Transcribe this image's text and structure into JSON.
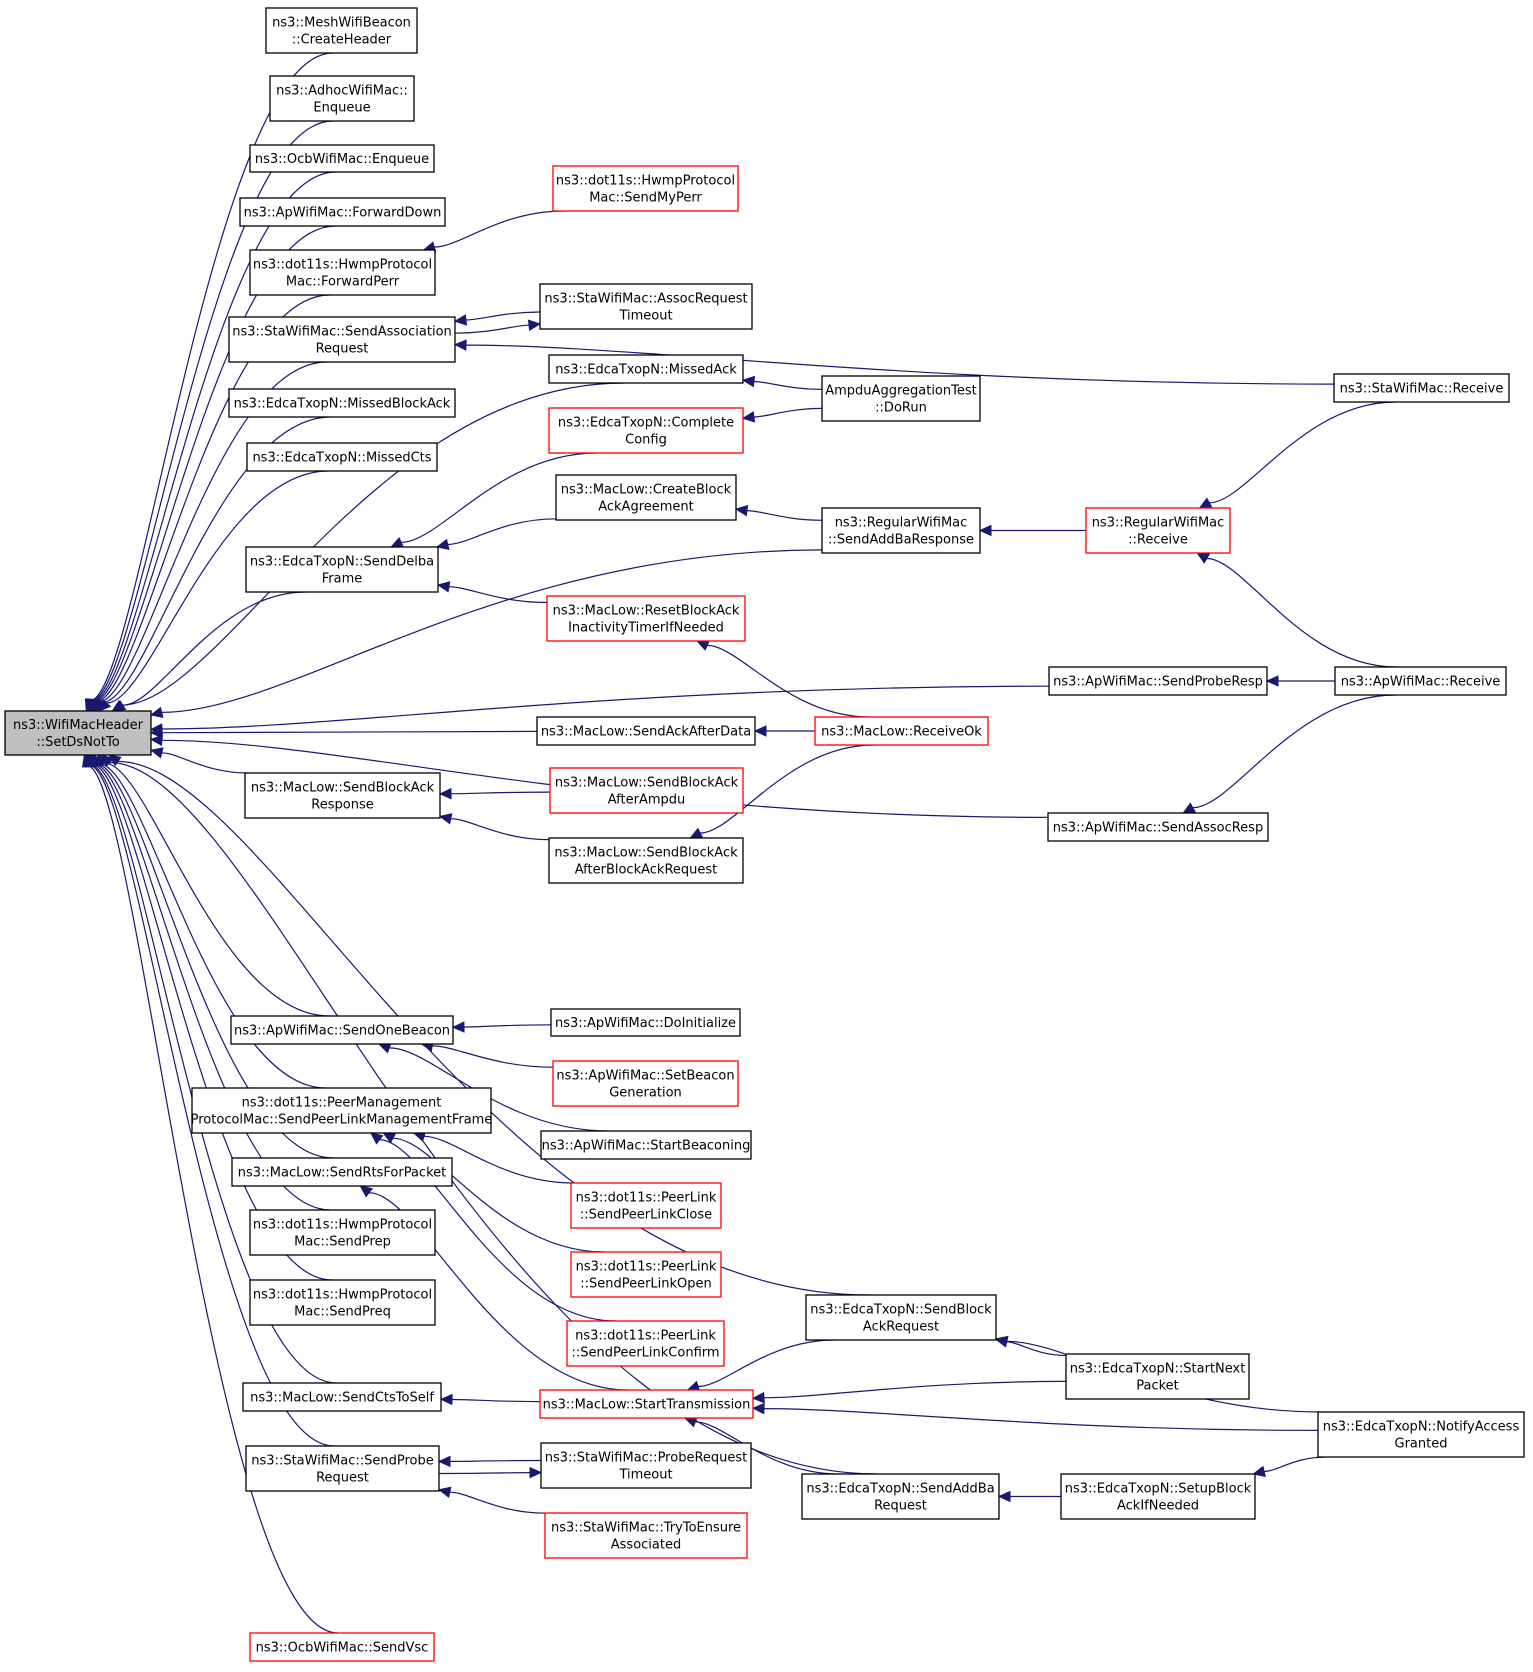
{
  "graph": {
    "edge_color": "#191970",
    "normal_border_color": "#000000",
    "truncated_border_color": "#ff0000",
    "root_fill_color": "#bfbfbf",
    "nodes": [
      {
        "id": "root",
        "lines": [
          "ns3::WifiMacHeader",
          "::SetDsNotTo"
        ],
        "root": true
      },
      {
        "id": "meshBeacon",
        "lines": [
          "ns3::MeshWifiBeacon",
          "::CreateHeader"
        ]
      },
      {
        "id": "adhocEnq",
        "lines": [
          "ns3::AdhocWifiMac::",
          "Enqueue"
        ]
      },
      {
        "id": "ocbEnq",
        "lines": [
          "ns3::OcbWifiMac::Enqueue"
        ]
      },
      {
        "id": "apFwdDown",
        "lines": [
          "ns3::ApWifiMac::ForwardDown"
        ]
      },
      {
        "id": "hwmpFwdPerr",
        "lines": [
          "ns3::dot11s::HwmpProtocol",
          "Mac::ForwardPerr"
        ]
      },
      {
        "id": "staSendAssoc",
        "lines": [
          "ns3::StaWifiMac::SendAssociation",
          "Request"
        ]
      },
      {
        "id": "edcaMissedBlockAck",
        "lines": [
          "ns3::EdcaTxopN::MissedBlockAck"
        ]
      },
      {
        "id": "edcaMissedCts",
        "lines": [
          "ns3::EdcaTxopN::MissedCts"
        ]
      },
      {
        "id": "edcaSendDelba",
        "lines": [
          "ns3::EdcaTxopN::SendDelba",
          "Frame"
        ]
      },
      {
        "id": "macSendBlockAckResp",
        "lines": [
          "ns3::MacLow::SendBlockAck",
          "Response"
        ]
      },
      {
        "id": "apSendOneBeacon",
        "lines": [
          "ns3::ApWifiMac::SendOneBeacon"
        ]
      },
      {
        "id": "peerMgmtSend",
        "lines": [
          "ns3::dot11s::PeerManagement",
          "ProtocolMac::SendPeerLinkManagementFrame"
        ]
      },
      {
        "id": "macSendRts",
        "lines": [
          "ns3::MacLow::SendRtsForPacket"
        ]
      },
      {
        "id": "hwmpSendPrep",
        "lines": [
          "ns3::dot11s::HwmpProtocol",
          "Mac::SendPrep"
        ]
      },
      {
        "id": "hwmpSendPreq",
        "lines": [
          "ns3::dot11s::HwmpProtocol",
          "Mac::SendPreq"
        ]
      },
      {
        "id": "macSendCtsToSelf",
        "lines": [
          "ns3::MacLow::SendCtsToSelf"
        ]
      },
      {
        "id": "staSendProbe",
        "lines": [
          "ns3::StaWifiMac::SendProbe",
          "Request"
        ]
      },
      {
        "id": "ocbSendVsc",
        "lines": [
          "ns3::OcbWifiMac::SendVsc"
        ],
        "truncated": true
      },
      {
        "id": "hwmpSendMyPerr",
        "lines": [
          "ns3::dot11s::HwmpProtocol",
          "Mac::SendMyPerr"
        ],
        "truncated": true
      },
      {
        "id": "staAssocTimeout",
        "lines": [
          "ns3::StaWifiMac::AssocRequest",
          "Timeout"
        ]
      },
      {
        "id": "edcaMissedAck",
        "lines": [
          "ns3::EdcaTxopN::MissedAck"
        ]
      },
      {
        "id": "edcaCompleteConfig",
        "lines": [
          "ns3::EdcaTxopN::Complete",
          "Config"
        ],
        "truncated": true
      },
      {
        "id": "macCreateBlockAck",
        "lines": [
          "ns3::MacLow::CreateBlock",
          "AckAgreement"
        ]
      },
      {
        "id": "macResetBlockAck",
        "lines": [
          "ns3::MacLow::ResetBlockAck",
          "InactivityTimerIfNeeded"
        ],
        "truncated": true
      },
      {
        "id": "macSendAckAfterData",
        "lines": [
          "ns3::MacLow::SendAckAfterData"
        ]
      },
      {
        "id": "macSendBAAfterAmpdu",
        "lines": [
          "ns3::MacLow::SendBlockAck",
          "AfterAmpdu"
        ],
        "truncated": true
      },
      {
        "id": "macSendBAAfterBAR",
        "lines": [
          "ns3::MacLow::SendBlockAck",
          "AfterBlockAckRequest"
        ]
      },
      {
        "id": "apDoInit",
        "lines": [
          "ns3::ApWifiMac::DoInitialize"
        ]
      },
      {
        "id": "apSetBeaconGen",
        "lines": [
          "ns3::ApWifiMac::SetBeacon",
          "Generation"
        ],
        "truncated": true
      },
      {
        "id": "apStartBeaconing",
        "lines": [
          "ns3::ApWifiMac::StartBeaconing"
        ]
      },
      {
        "id": "peerLinkClose",
        "lines": [
          "ns3::dot11s::PeerLink",
          "::SendPeerLinkClose"
        ],
        "truncated": true
      },
      {
        "id": "peerLinkOpen",
        "lines": [
          "ns3::dot11s::PeerLink",
          "::SendPeerLinkOpen"
        ],
        "truncated": true
      },
      {
        "id": "peerLinkConfirm",
        "lines": [
          "ns3::dot11s::PeerLink",
          "::SendPeerLinkConfirm"
        ],
        "truncated": true
      },
      {
        "id": "macStartTx",
        "lines": [
          "ns3::MacLow::StartTransmission"
        ],
        "truncated": true
      },
      {
        "id": "staProbeTimeout",
        "lines": [
          "ns3::StaWifiMac::ProbeRequest",
          "Timeout"
        ]
      },
      {
        "id": "staTryEnsure",
        "lines": [
          "ns3::StaWifiMac::TryToEnsure",
          "Associated"
        ],
        "truncated": true
      },
      {
        "id": "ampduDoRun",
        "lines": [
          "AmpduAggregationTest",
          "::DoRun"
        ]
      },
      {
        "id": "regSendAddBaResp",
        "lines": [
          "ns3::RegularWifiMac",
          "::SendAddBaResponse"
        ]
      },
      {
        "id": "macReceiveOk",
        "lines": [
          "ns3::MacLow::ReceiveOk"
        ],
        "truncated": true
      },
      {
        "id": "edcaSendBAR",
        "lines": [
          "ns3::EdcaTxopN::SendBlock",
          "AckRequest"
        ]
      },
      {
        "id": "edcaSendAddBa",
        "lines": [
          "ns3::EdcaTxopN::SendAddBa",
          "Request"
        ]
      },
      {
        "id": "apSendProbeResp",
        "lines": [
          "ns3::ApWifiMac::SendProbeResp"
        ]
      },
      {
        "id": "apSendAssocResp",
        "lines": [
          "ns3::ApWifiMac::SendAssocResp"
        ]
      },
      {
        "id": "regReceive",
        "lines": [
          "ns3::RegularWifiMac",
          "::Receive"
        ],
        "truncated": true
      },
      {
        "id": "edcaStartNext",
        "lines": [
          "ns3::EdcaTxopN::StartNext",
          "Packet"
        ]
      },
      {
        "id": "edcaSetupBlockAck",
        "lines": [
          "ns3::EdcaTxopN::SetupBlock",
          "AckIfNeeded"
        ]
      },
      {
        "id": "staReceive",
        "lines": [
          "ns3::StaWifiMac::Receive"
        ]
      },
      {
        "id": "apReceive",
        "lines": [
          "ns3::ApWifiMac::Receive"
        ]
      },
      {
        "id": "edcaNotifyAccess",
        "lines": [
          "ns3::EdcaTxopN::NotifyAccess",
          "Granted"
        ]
      }
    ],
    "edges": [
      [
        "meshBeacon",
        "root"
      ],
      [
        "adhocEnq",
        "root"
      ],
      [
        "ocbEnq",
        "root"
      ],
      [
        "apFwdDown",
        "root"
      ],
      [
        "hwmpFwdPerr",
        "root"
      ],
      [
        "staSendAssoc",
        "root"
      ],
      [
        "edcaMissedBlockAck",
        "root"
      ],
      [
        "edcaMissedCts",
        "root"
      ],
      [
        "edcaMissedAck",
        "root"
      ],
      [
        "edcaSendDelba",
        "root"
      ],
      [
        "regSendAddBaResp",
        "root"
      ],
      [
        "apSendProbeResp",
        "root"
      ],
      [
        "macSendAckAfterData",
        "root"
      ],
      [
        "macSendBlockAckResp",
        "root"
      ],
      [
        "apSendAssocResp",
        "root"
      ],
      [
        "edcaSendBAR",
        "root"
      ],
      [
        "apSendOneBeacon",
        "root"
      ],
      [
        "peerMgmtSend",
        "root"
      ],
      [
        "macSendRts",
        "root"
      ],
      [
        "hwmpSendPrep",
        "root"
      ],
      [
        "hwmpSendPreq",
        "root"
      ],
      [
        "macSendCtsToSelf",
        "root"
      ],
      [
        "staSendProbe",
        "root"
      ],
      [
        "edcaSendAddBa",
        "root"
      ],
      [
        "ocbSendVsc",
        "root"
      ],
      [
        "hwmpSendMyPerr",
        "hwmpFwdPerr"
      ],
      [
        "staReceive",
        "staSendAssoc"
      ],
      [
        "staAssocTimeout",
        "staSendAssoc"
      ],
      [
        "staSendAssoc",
        "staAssocTimeout"
      ],
      [
        "ampduDoRun",
        "edcaMissedAck"
      ],
      [
        "ampduDoRun",
        "edcaCompleteConfig"
      ],
      [
        "edcaCompleteConfig",
        "edcaSendDelba"
      ],
      [
        "macCreateBlockAck",
        "edcaSendDelba"
      ],
      [
        "macResetBlockAck",
        "edcaSendDelba"
      ],
      [
        "regSendAddBaResp",
        "macCreateBlockAck"
      ],
      [
        "regReceive",
        "regSendAddBaResp"
      ],
      [
        "staReceive",
        "regReceive"
      ],
      [
        "apReceive",
        "regReceive"
      ],
      [
        "apReceive",
        "apSendProbeResp"
      ],
      [
        "macReceiveOk",
        "macResetBlockAck"
      ],
      [
        "macReceiveOk",
        "macSendAckAfterData"
      ],
      [
        "macReceiveOk",
        "macSendBAAfterBAR"
      ],
      [
        "macSendBAAfterAmpdu",
        "macSendBlockAckResp"
      ],
      [
        "macSendBAAfterBAR",
        "macSendBlockAckResp"
      ],
      [
        "apReceive",
        "apSendAssocResp"
      ],
      [
        "apDoInit",
        "apSendOneBeacon"
      ],
      [
        "apSetBeaconGen",
        "apSendOneBeacon"
      ],
      [
        "apStartBeaconing",
        "apSendOneBeacon"
      ],
      [
        "peerLinkClose",
        "peerMgmtSend"
      ],
      [
        "peerLinkOpen",
        "peerMgmtSend"
      ],
      [
        "peerLinkConfirm",
        "peerMgmtSend"
      ],
      [
        "macStartTx",
        "macSendRts"
      ],
      [
        "macStartTx",
        "macSendCtsToSelf"
      ],
      [
        "edcaSendBAR",
        "macStartTx"
      ],
      [
        "edcaStartNext",
        "macStartTx"
      ],
      [
        "edcaNotifyAccess",
        "macStartTx"
      ],
      [
        "edcaSendAddBa",
        "macStartTx"
      ],
      [
        "edcaNotifyAccess",
        "edcaSendBAR"
      ],
      [
        "edcaStartNext",
        "edcaSendBAR"
      ],
      [
        "edcaSetupBlockAck",
        "edcaSendAddBa"
      ],
      [
        "edcaNotifyAccess",
        "edcaSetupBlockAck"
      ],
      [
        "staProbeTimeout",
        "staSendProbe"
      ],
      [
        "staSendProbe",
        "staProbeTimeout"
      ],
      [
        "staTryEnsure",
        "staSendProbe"
      ]
    ]
  }
}
